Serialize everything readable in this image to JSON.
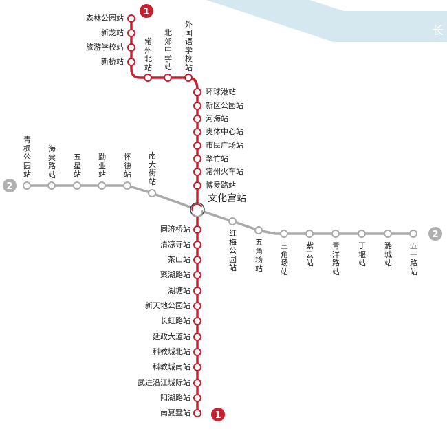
{
  "river": {
    "label": "长",
    "color": "#d6e8ef"
  },
  "colors": {
    "line1": "#c8202f",
    "line2": "#aaaaaa",
    "background": "#ffffff"
  },
  "line1": {
    "badge": "1",
    "north_branch": [
      "森林公园站",
      "新龙站",
      "旅游学校站",
      "新桥站"
    ],
    "horizontal": [
      "常州北站",
      "北郊中学站",
      "外国语学校站"
    ],
    "upper_trunk": [
      "环球港站",
      "新区公园站",
      "河海站",
      "奥体中心站",
      "市民广场站",
      "翠竹站",
      "常州火车站",
      "博爱路站"
    ],
    "interchange": "文化宫站",
    "lower_trunk": [
      "同济桥站",
      "清凉寺站",
      "茶山站",
      "聚湖路站",
      "湖塘站",
      "新天地公园站",
      "长虹路站",
      "延政大道站",
      "科教城北站",
      "科教城南站",
      "武进沿江城际站",
      "阳湖路站",
      "南夏墅站"
    ]
  },
  "line2": {
    "badge": "2",
    "west": [
      "青枫公园站",
      "海棠路站",
      "五星站",
      "勤业站",
      "怀德站",
      "南大街站"
    ],
    "east": [
      "红梅公园站",
      "五角场站",
      "三角场站",
      "紫云站",
      "青洋路站",
      "丁堰站",
      "潞城站",
      "五一路站"
    ]
  }
}
